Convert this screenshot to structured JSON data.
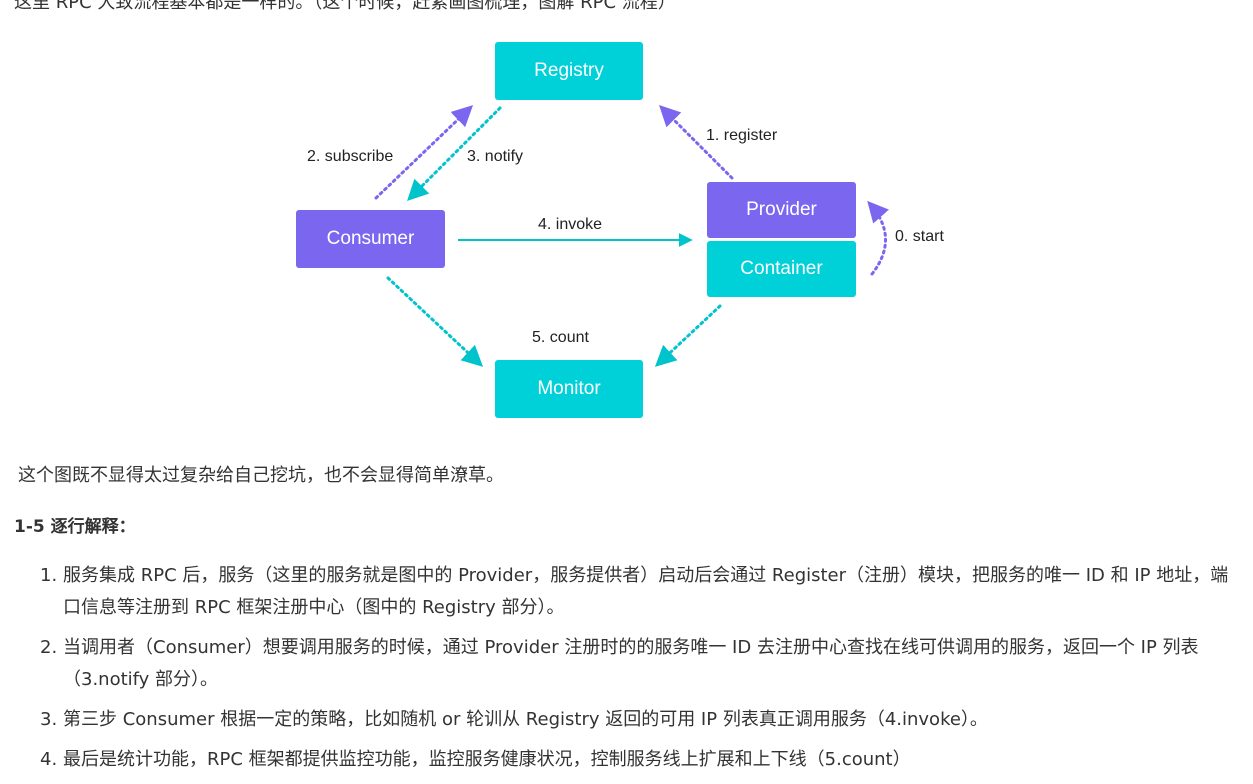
{
  "top_line": "这里 RPC 大致流程基本都是一样的。（这个时候，赶紧画图梳理，图解 RPC 流程）",
  "diagram": {
    "nodes": {
      "registry": "Registry",
      "consumer": "Consumer",
      "provider": "Provider",
      "container": "Container",
      "monitor": "Monitor"
    },
    "edges": {
      "register": "1. register",
      "subscribe": "2. subscribe",
      "notify": "3. notify",
      "invoke": "4. invoke",
      "start": "0. start",
      "count": "5. count"
    },
    "colors": {
      "teal": "#00d0d8",
      "purple": "#7b66f0"
    }
  },
  "paragraph": "这个图既不显得太过复杂给自己挖坑，也不会显得简单潦草。",
  "heading": "1-5 逐行解释：",
  "steps": [
    {
      "num": "1.",
      "text": "服务集成 RPC 后，服务（这里的服务就是图中的 Provider，服务提供者）启动后会通过 Register（注册）模块，把服务的唯一 ID 和 IP 地址，端口信息等注册到 RPC 框架注册中心（图中的 Registry 部分）。"
    },
    {
      "num": "2.",
      "text": "当调用者（Consumer）想要调用服务的时候，通过 Provider 注册时的的服务唯一 ID 去注册中心查找在线可供调用的服务，返回一个 IP 列表（3.notify 部分）。"
    },
    {
      "num": "3.",
      "text": "第三步 Consumer 根据一定的策略，比如随机 or 轮训从 Registry 返回的可用 IP 列表真正调用服务（4.invoke）。"
    },
    {
      "num": "4.",
      "text": "最后是统计功能，RPC 框架都提供监控功能，监控服务健康状况，控制服务线上扩展和上下线（5.count）"
    }
  ]
}
